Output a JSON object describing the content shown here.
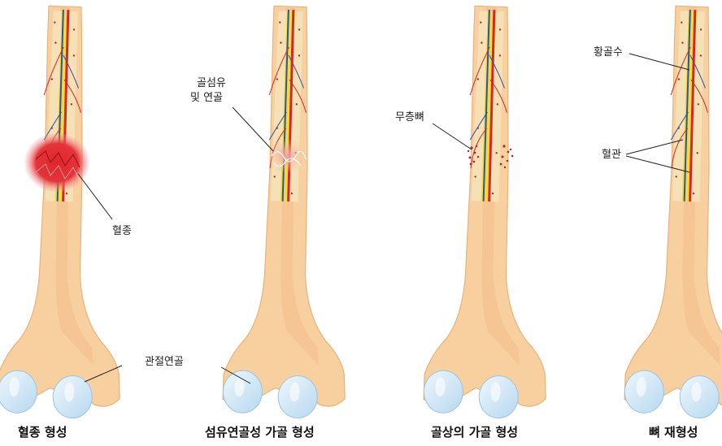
{
  "colors": {
    "bone": "#f8cf9e",
    "bone_shadow": "#e9b27a",
    "marrow": "#f6e0b6",
    "yellow_canal": "#f2dc3c",
    "artery": "#d9252a",
    "vein": "#2f53a6",
    "cartilage": "#cfe6f7",
    "hematoma": "#e0252e",
    "label_text": "#222222"
  },
  "labels": {
    "hematoma": "혈종",
    "articular_cartilage": "관절연골",
    "fibrocartilage_line1": "골섬유",
    "fibrocartilage_line2": "및 연골",
    "spongy_bone": "무층뼈",
    "haversian_canal": "황골수",
    "blood_vessel": "혈관"
  },
  "captions": {
    "stage1": "혈종 형성",
    "stage2": "섬유연골성 가골 형성",
    "stage3": "골상의 가골 형성",
    "stage4": "뼈 재형성"
  },
  "icons": [
    "bone-illustration",
    "hematoma-blob",
    "callus-fiber",
    "bony-callus-speckles"
  ]
}
